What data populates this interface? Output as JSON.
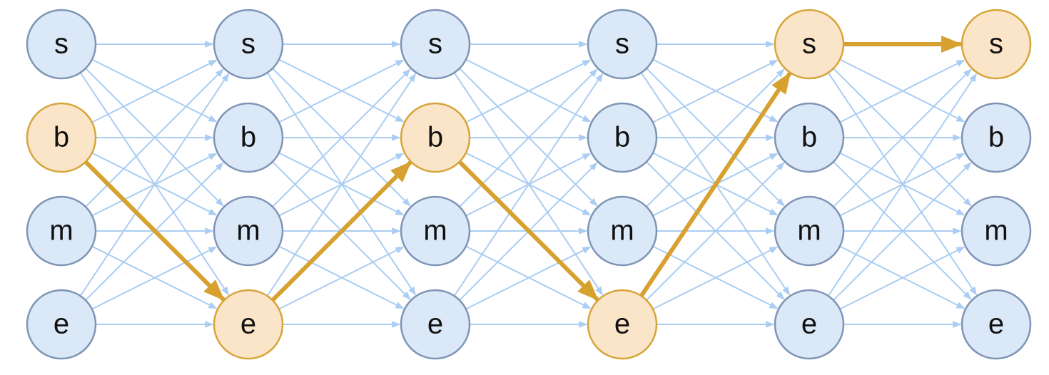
{
  "states": [
    "s",
    "b",
    "m",
    "e"
  ],
  "columns": 6,
  "path": [
    "b",
    "e",
    "b",
    "e",
    "s",
    "s"
  ],
  "colors": {
    "node_fill": "#dbe8f8",
    "node_stroke": "#7f95b6",
    "path_node_fill": "#fbe5c8",
    "path_node_stroke": "#d6a53a",
    "edge": "#a9cdf3",
    "path_edge": "#d6a12f"
  }
}
